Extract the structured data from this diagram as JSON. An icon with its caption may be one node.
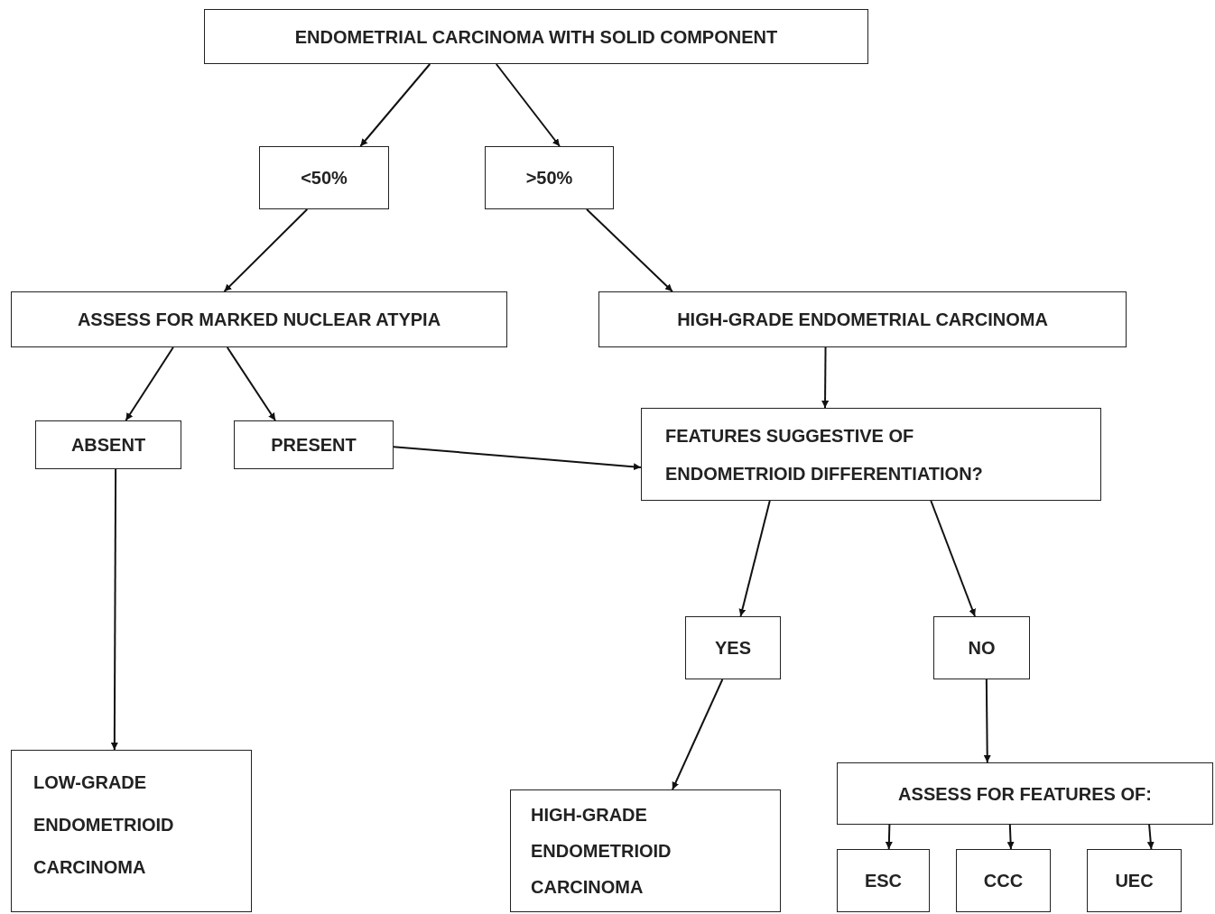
{
  "diagram": {
    "nodes": [
      {
        "text": [
          "ENDOMETRIAL CARCINOMA WITH SOLID COMPONENT"
        ]
      },
      {
        "text": [
          "<50%"
        ]
      },
      {
        "text": [
          ">50%"
        ]
      },
      {
        "text": [
          "ASSESS FOR MARKED NUCLEAR ATYPIA"
        ]
      },
      {
        "text": [
          "HIGH-GRADE ENDOMETRIAL CARCINOMA"
        ]
      },
      {
        "text": [
          "ABSENT"
        ]
      },
      {
        "text": [
          "PRESENT"
        ]
      },
      {
        "text": [
          "FEATURES SUGGESTIVE OF ENDOMETRIOID DIFFERENTIATION?"
        ]
      },
      {
        "text": [
          "YES"
        ]
      },
      {
        "text": [
          "NO"
        ]
      },
      {
        "text": [
          "LOW-GRADE ENDOMETRIOID CARCINOMA"
        ]
      },
      {
        "text": [
          "HIGH-GRADE ENDOMETRIOID CARCINOMA"
        ]
      },
      {
        "text": [
          "ASSESS FOR FEATURES OF:"
        ]
      },
      {
        "text": [
          "ESC"
        ]
      },
      {
        "text": [
          "CCC"
        ]
      },
      {
        "text": [
          "UEC"
        ]
      }
    ],
    "edges": [
      {
        "from": 0,
        "to": 1,
        "arrow": "to"
      },
      {
        "from": 0,
        "to": 2,
        "arrow": "to"
      },
      {
        "from": 1,
        "to": 3,
        "arrow": "to"
      },
      {
        "from": 2,
        "to": 4,
        "arrow": "to"
      },
      {
        "from": 3,
        "to": 5,
        "arrow": "to"
      },
      {
        "from": 3,
        "to": 6,
        "arrow": "to"
      },
      {
        "from": 4,
        "to": 7,
        "arrow": "to"
      },
      {
        "from": 6,
        "to": 7,
        "arrow": "to"
      },
      {
        "from": 5,
        "to": 10,
        "arrow": "to"
      },
      {
        "from": 7,
        "to": 8,
        "arrow": "to"
      },
      {
        "from": 7,
        "to": 9,
        "arrow": "to"
      },
      {
        "from": 8,
        "to": 11,
        "arrow": "to"
      },
      {
        "from": 9,
        "to": 12,
        "arrow": "to"
      },
      {
        "from": 12,
        "to": 13,
        "arrow": "to"
      },
      {
        "from": 12,
        "to": 14,
        "arrow": "to"
      },
      {
        "from": 12,
        "to": 15,
        "arrow": "to"
      }
    ]
  }
}
